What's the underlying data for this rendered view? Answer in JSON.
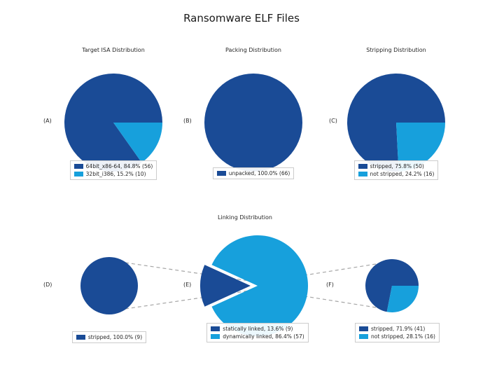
{
  "title": "Ransomware ELF Files",
  "colors": {
    "dark_blue": "#1a4b96",
    "light_blue": "#17a0dc",
    "legend_border": "#cccccc",
    "connector_gray": "#a6a6a6"
  },
  "chart_data": [
    {
      "panel": "(A)",
      "type": "pie",
      "title": "Target ISA Distribution",
      "start_angle": 0,
      "slices": [
        {
          "label": "64bit_x86-64",
          "pct": 84.8,
          "count": 56,
          "color": "dark_blue",
          "legend": "64bit_x86-64, 84.8% (56)"
        },
        {
          "label": "32bit_i386",
          "pct": 15.2,
          "count": 10,
          "color": "light_blue",
          "legend": "32bit_i386, 15.2% (10)"
        }
      ]
    },
    {
      "panel": "(B)",
      "type": "pie",
      "title": "Packing Distribution",
      "start_angle": 0,
      "slices": [
        {
          "label": "unpacked",
          "pct": 100.0,
          "count": 66,
          "color": "dark_blue",
          "legend": "unpacked, 100.0% (66)"
        }
      ]
    },
    {
      "panel": "(C)",
      "type": "pie",
      "title": "Stripping Distribution",
      "start_angle": 0,
      "slices": [
        {
          "label": "stripped",
          "pct": 75.8,
          "count": 50,
          "color": "dark_blue",
          "legend": "stripped, 75.8% (50)"
        },
        {
          "label": "not stripped",
          "pct": 24.2,
          "count": 16,
          "color": "light_blue",
          "legend": "not stripped, 24.2% (16)"
        }
      ]
    },
    {
      "panel": "(D)",
      "type": "pie",
      "title": "",
      "start_angle": 0,
      "slices": [
        {
          "label": "stripped",
          "pct": 100.0,
          "count": 9,
          "color": "dark_blue",
          "legend": "stripped, 100.0% (9)"
        }
      ]
    },
    {
      "panel": "(E)",
      "type": "pie",
      "title": "Linking Distribution",
      "start_angle": 155.5,
      "explode": [
        0.14,
        0
      ],
      "slices": [
        {
          "label": "statically linked",
          "pct": 13.6,
          "count": 9,
          "color": "dark_blue",
          "legend": "statically linked, 13.6% (9)"
        },
        {
          "label": "dynamically linked",
          "pct": 86.4,
          "count": 57,
          "color": "light_blue",
          "legend": "dynamically linked, 86.4% (57)"
        }
      ]
    },
    {
      "panel": "(F)",
      "type": "pie",
      "title": "",
      "start_angle": 0,
      "slices": [
        {
          "label": "stripped",
          "pct": 71.9,
          "count": 41,
          "color": "dark_blue",
          "legend": "stripped, 71.9% (41)"
        },
        {
          "label": "not stripped",
          "pct": 28.1,
          "count": 16,
          "color": "light_blue",
          "legend": "not stripped, 28.1% (16)"
        }
      ]
    }
  ]
}
